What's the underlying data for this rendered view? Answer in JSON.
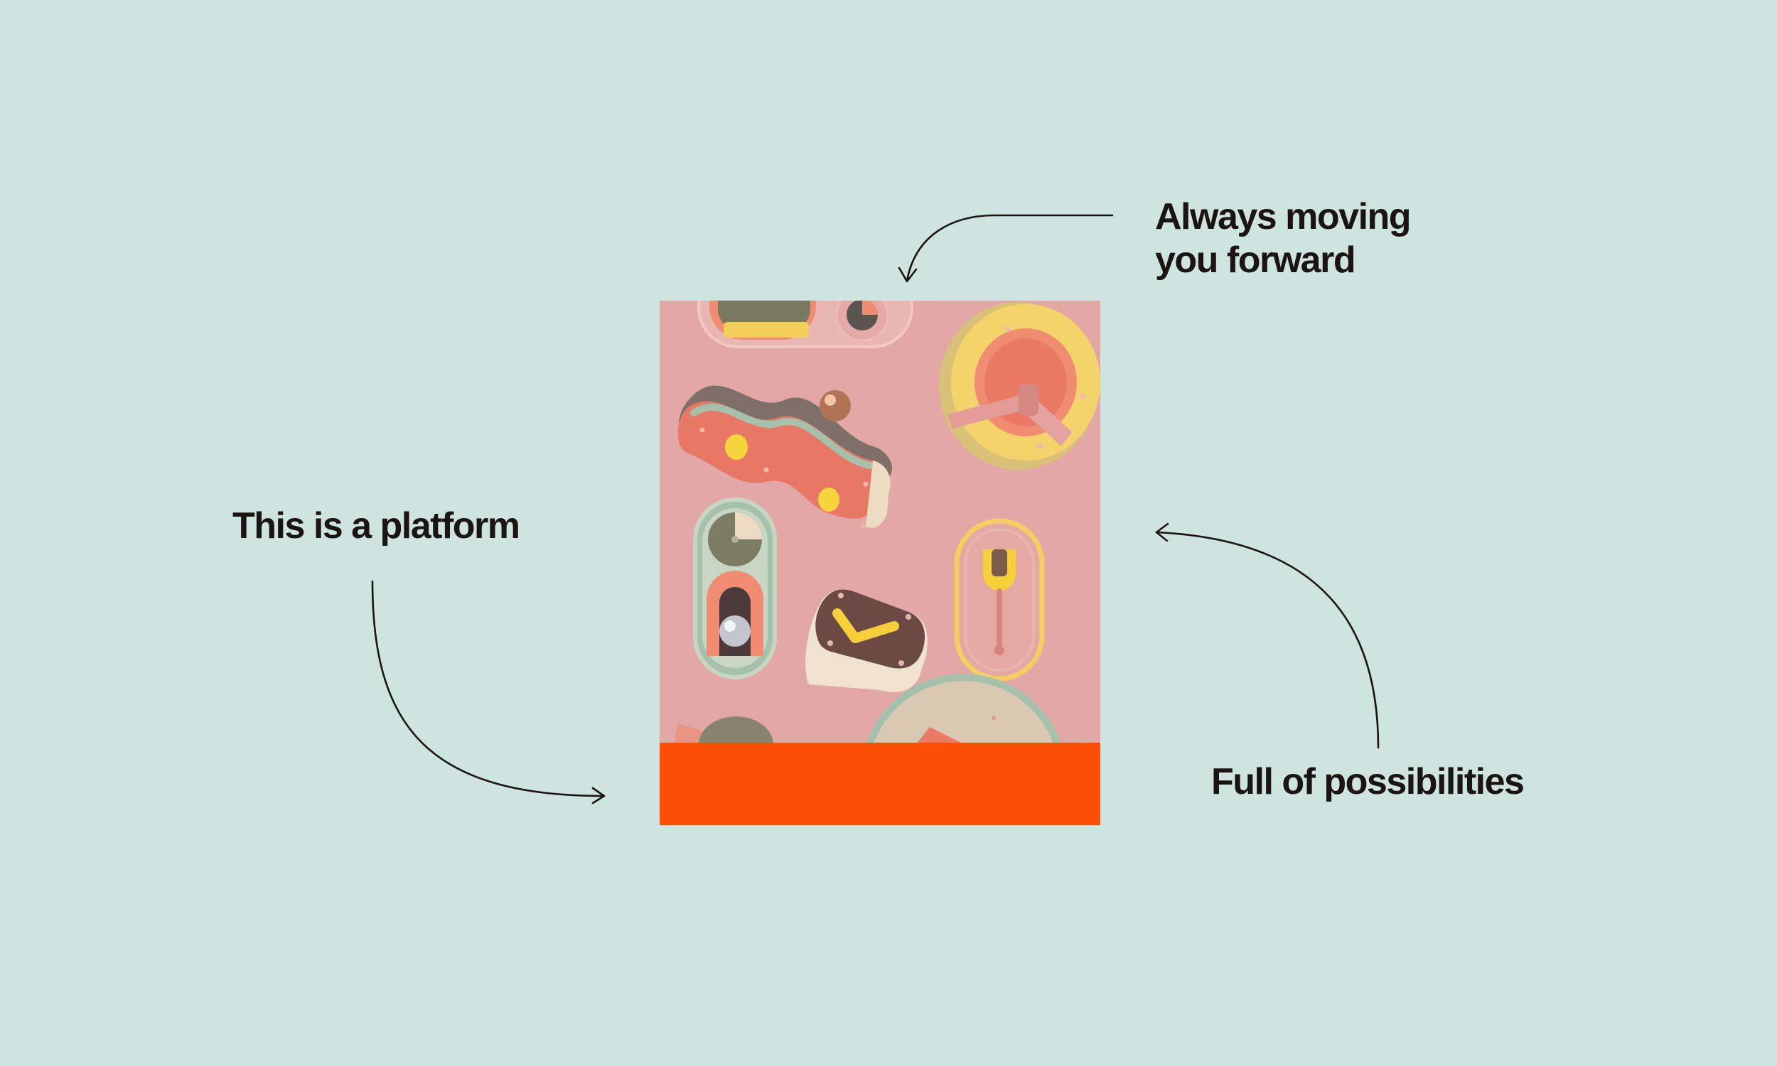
{
  "captions": {
    "top": [
      "Always moving",
      "you forward"
    ],
    "left": "This is a platform",
    "right": "Full of possibilities"
  },
  "colors": {
    "background": "#cde4df",
    "text": "#1c1412",
    "artwork_background": "#e3a7a5",
    "footer_bar": "#fc4f05"
  },
  "artwork": {
    "description": "3D illustration of pastel pink, coral, sage and yellow toy-like shapes on a pink panel with an orange strip at the bottom"
  }
}
